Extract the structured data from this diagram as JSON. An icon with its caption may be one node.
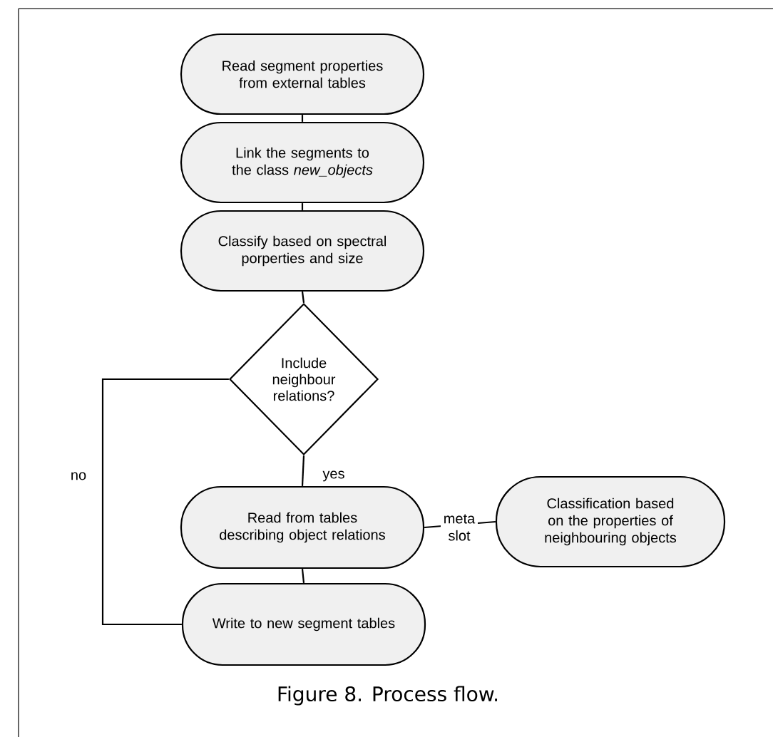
{
  "diagram": {
    "caption": "Figure 8. Process flow.",
    "nodes": [
      {
        "text": [
          "Read segment properties from external tables"
        ]
      },
      {
        "text": [
          "Link the segments to the class *new_objects*"
        ]
      },
      {
        "text": [
          "Classify based on spectral porperties and size"
        ]
      },
      {
        "text": [
          "Include neighbour relations?"
        ]
      },
      {
        "text": [
          "Read from tables describing object relations"
        ]
      },
      {
        "text": [
          "Write to new segment tables"
        ]
      },
      {
        "text": [
          "Classification based on the properties of neighbouring objects"
        ]
      }
    ],
    "edges": [
      {
        "from": 0,
        "to": 1,
        "arrow": "none"
      },
      {
        "from": 1,
        "to": 2,
        "arrow": "none"
      },
      {
        "from": 2,
        "to": 3,
        "arrow": "none"
      },
      {
        "from": 3,
        "to": 4,
        "arrow": "none",
        "label": "yes"
      },
      {
        "from": 3,
        "to": 5,
        "arrow": "none",
        "label": "no"
      },
      {
        "from": 4,
        "to": 5,
        "arrow": "none"
      },
      {
        "from": 4,
        "to": 6,
        "arrow": "none",
        "label": "meta slot"
      }
    ]
  }
}
